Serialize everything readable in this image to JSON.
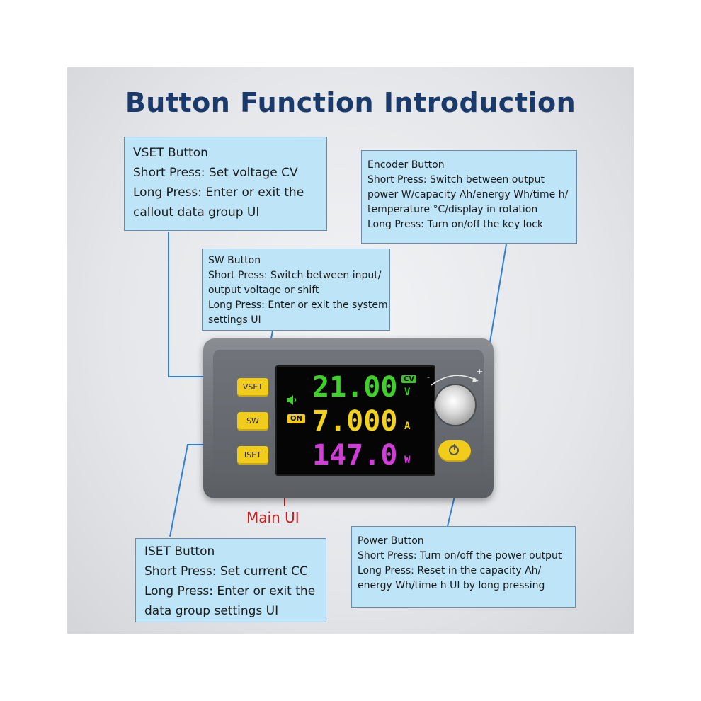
{
  "title": "Button Function Introduction",
  "callouts": {
    "vset": [
      "VSET Button",
      "Short Press: Set voltage CV",
      "Long Press: Enter or exit the",
      "callout data group UI"
    ],
    "sw": [
      "SW Button",
      "Short Press: Switch between input/",
      "output voltage or shift",
      "Long Press: Enter or exit the system",
      "settings UI"
    ],
    "encoder": [
      "Encoder Button",
      "Short Press: Switch between output",
      "power W/capacity Ah/energy Wh/time h/",
      "temperature °C/display in rotation",
      "Long Press: Turn on/off the key lock"
    ],
    "iset": [
      "ISET Button",
      "Short Press: Set current CC",
      "Long Press: Enter or exit the",
      "data group settings UI"
    ],
    "power": [
      "Power Button",
      "Short Press: Turn on/off the power output",
      "Long Press: Reset in the capacity Ah/",
      "energy Wh/time h  UI by long pressing"
    ]
  },
  "device": {
    "buttons": {
      "vset": "VSET",
      "sw": "SW",
      "iset": "ISET"
    },
    "display": {
      "voltage": "21.00",
      "voltage_unit": "V",
      "mode": "CV",
      "current": "7.000",
      "current_unit": "A",
      "power": "147.0",
      "power_unit": "W",
      "status": "ON"
    }
  },
  "main_ui_label": "Main UI",
  "colors": {
    "title": "#1a3a6b",
    "callout_bg": "#bde4f7",
    "leader": "#2f7fd6",
    "voltage": "#3fd12a",
    "current": "#f2d21a",
    "power": "#d23cd8",
    "main_ui": "#c81e1e"
  }
}
